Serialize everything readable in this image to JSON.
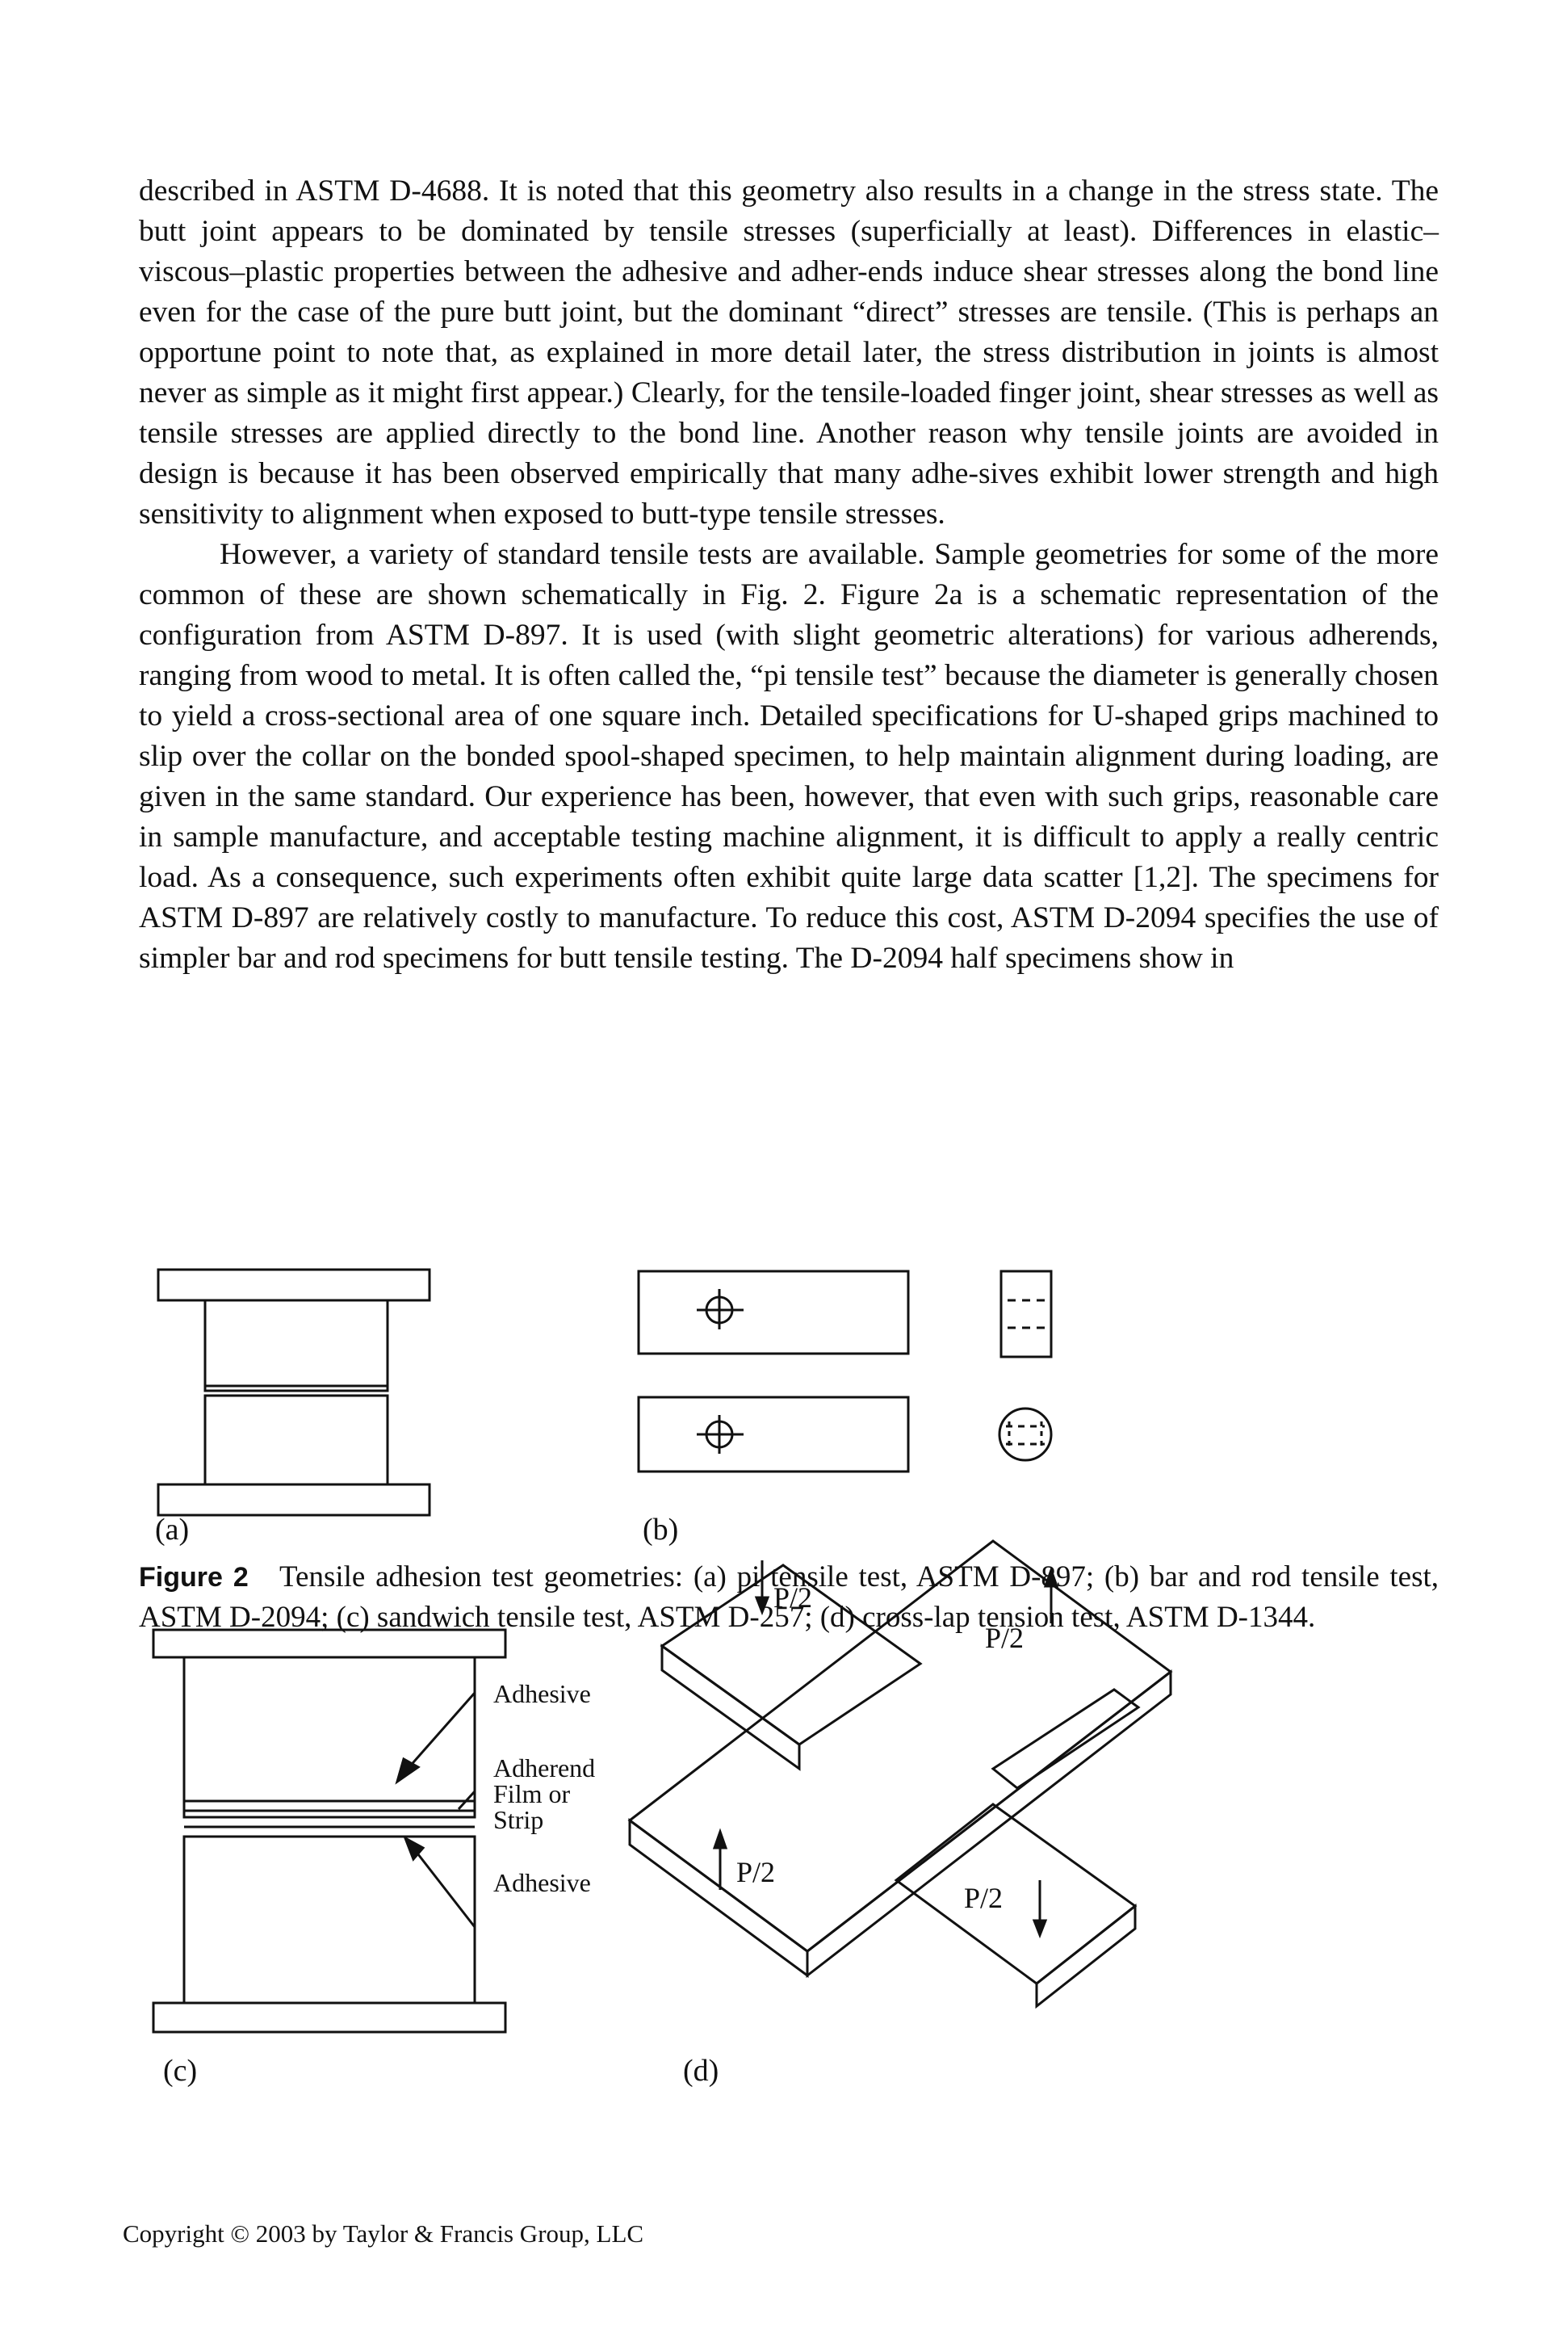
{
  "body": {
    "paragraphs": [
      "described in ASTM D-4688. It is noted that this geometry also results in a change in the stress state. The butt joint appears to be dominated by tensile stresses (superficially at least). Differences in elastic–viscous–plastic properties between the adhesive and adher-ends induce shear stresses along the bond line even for the case of the pure butt joint, but the dominant “direct” stresses are tensile. (This is perhaps an opportune point to note that, as explained in more detail later, the stress distribution in joints is almost never as simple as it might first appear.) Clearly, for the tensile-loaded finger joint, shear stresses as well as tensile stresses are applied directly to the bond line. Another reason why tensile joints are avoided in design is because it has been observed empirically that many adhe-sives exhibit lower strength and high sensitivity to alignment when exposed to butt-type tensile stresses.",
      "However, a variety of standard tensile tests are available. Sample geometries for some of the more common of these are shown schematically in Fig. 2. Figure 2a is a schematic representation of the configuration from ASTM D-897. It is used (with slight geometric alterations) for various adherends, ranging from wood to metal. It is often called the, “pi tensile test” because the diameter is generally chosen to yield a cross-sectional area of one square inch. Detailed specifications for U-shaped grips machined to slip over the collar on the bonded spool-shaped specimen, to help maintain alignment during loading, are given in the same standard. Our experience has been, however, that even with such grips, reasonable care in sample manufacture, and acceptable testing machine alignment, it is difficult to apply a really centric load. As a consequence, such experiments often exhibit quite large data scatter [1,2]. The specimens for ASTM D-897 are relatively costly to manufacture. To reduce this cost, ASTM D-2094 specifies the use of simpler bar and rod specimens for butt tensile testing. The D-2094 half specimens show in"
    ]
  },
  "figure": {
    "panel_labels": {
      "a": "(a)",
      "b": "(b)",
      "c": "(c)",
      "d": "(d)"
    },
    "sandwich_labels": {
      "adhesive_top": "Adhesive",
      "adherend": "Adherend",
      "film_or": "Film or",
      "strip": "Strip",
      "adhesive_bottom": "Adhesive"
    },
    "load_labels": [
      "P/2",
      "P/2",
      "P/2",
      "P/2"
    ],
    "caption_label": "Figure 2",
    "caption_text": "Tensile adhesion test geometries: (a) pi tensile test, ASTM D-897; (b) bar and rod tensile test, ASTM D-2094; (c) sandwich tensile test, ASTM D-257; (d) cross-lap tension test, ASTM D-1344."
  },
  "footer": {
    "copyright": "Copyright © 2003 by Taylor & Francis Group, LLC"
  }
}
